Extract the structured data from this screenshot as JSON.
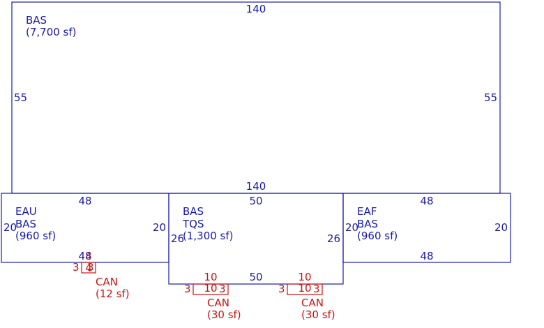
{
  "colors": {
    "area": "#1a1aaa",
    "canopy": "#cc1111"
  },
  "main_area": {
    "code": "BAS",
    "area": "(7,700 sf)",
    "dims": {
      "top": "140",
      "bottom": "140",
      "left": "55",
      "right": "55"
    }
  },
  "left_wing": {
    "code1": "EAU",
    "code2": "BAS",
    "area": "(960 sf)",
    "dims": {
      "top": "48",
      "bottom": "48",
      "left": "20",
      "right": "20"
    }
  },
  "center_wing": {
    "code1": "BAS",
    "code2": "TQS",
    "area": "(1,300 sf)",
    "dims": {
      "top": "50",
      "bottom": "50",
      "left": "26",
      "right": "26"
    }
  },
  "right_wing": {
    "code1": "EAF",
    "code2": "BAS",
    "area": "(960 sf)",
    "dims": {
      "top": "48",
      "bottom": "48",
      "left": "20",
      "right": "20"
    }
  },
  "canopy_small": {
    "code": "CAN",
    "area": "(12 sf)",
    "dims": {
      "top": "4",
      "bottom": "4",
      "left": "3",
      "right": "3"
    }
  },
  "canopy_center": {
    "code": "CAN",
    "area": "(30 sf)",
    "dims": {
      "top": "10",
      "inner": "10",
      "left": "3",
      "right": "3"
    }
  },
  "canopy_right": {
    "code": "CAN",
    "area": "(30 sf)",
    "dims": {
      "top": "10",
      "inner": "10",
      "left": "3",
      "right": "3"
    }
  }
}
